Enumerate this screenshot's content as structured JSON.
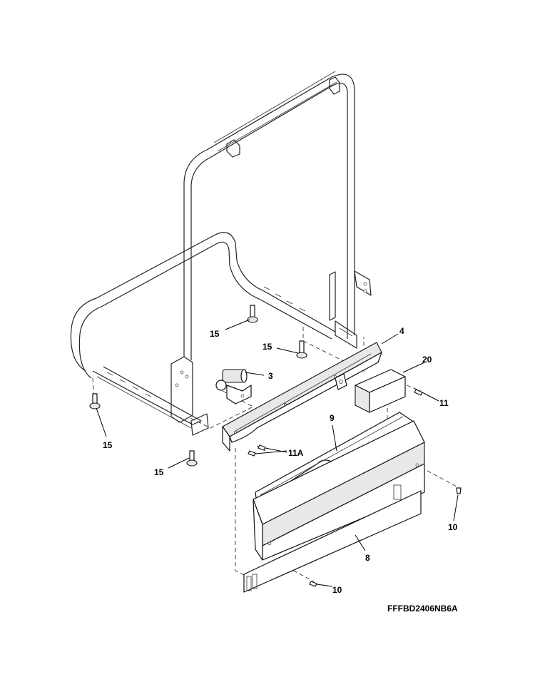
{
  "diagram_code": "FFFBD2406NB6A",
  "callouts": [
    {
      "id": "label-4",
      "text": "4"
    },
    {
      "id": "label-20",
      "text": "20"
    },
    {
      "id": "label-15-a",
      "text": "15"
    },
    {
      "id": "label-15-b",
      "text": "15"
    },
    {
      "id": "label-15-c",
      "text": "15"
    },
    {
      "id": "label-15-d",
      "text": "15"
    },
    {
      "id": "label-3",
      "text": "3"
    },
    {
      "id": "label-11",
      "text": "11"
    },
    {
      "id": "label-11a",
      "text": "11A"
    },
    {
      "id": "label-9",
      "text": "9"
    },
    {
      "id": "label-10-a",
      "text": "10"
    },
    {
      "id": "label-8",
      "text": "8"
    },
    {
      "id": "label-10-b",
      "text": "10"
    }
  ]
}
